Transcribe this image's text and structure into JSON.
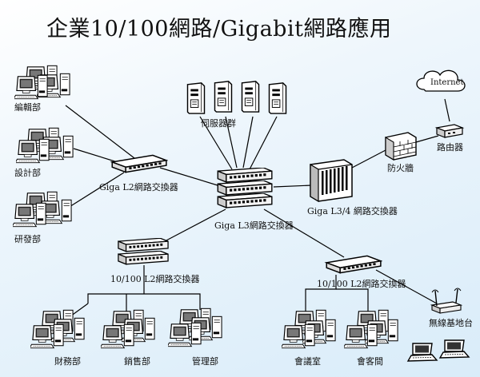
{
  "title": "企業10/100網路/Gigabit網路應用",
  "labels": {
    "dept_editing": "編輯部",
    "dept_design": "設計部",
    "dept_rnd": "研發部",
    "server_group": "伺服器群",
    "giga_l2": "Giga L2網路交換器",
    "giga_l3": "Giga L3網路交換器",
    "giga_l34": "Giga L3/4 網路交換器",
    "firewall": "防火牆",
    "router": "路由器",
    "internet": "Internet",
    "fe_l2_left": "10/100 L2網路交換器",
    "fe_l2_right": "10/100 L2網路交換器",
    "dept_finance": "財務部",
    "dept_sales": "銷售部",
    "dept_mgmt": "管理部",
    "meeting_room": "會議室",
    "reception": "會客間",
    "wireless_ap": "無線基地台"
  },
  "icons": {
    "workstation": "workstation-icon",
    "server": "server-icon",
    "switch": "switch-icon",
    "stacked_switch": "stacked-switch-icon",
    "chassis_switch": "chassis-switch-icon",
    "firewall": "firewall-icon",
    "router": "router-icon",
    "cloud": "cloud-icon",
    "access_point": "access-point-icon",
    "laptop": "laptop-icon"
  }
}
